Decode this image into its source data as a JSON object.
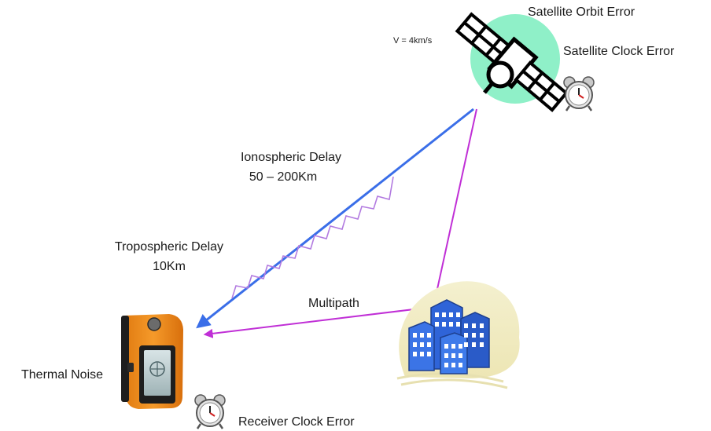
{
  "labels": {
    "satellite_orbit_error": "Satellite Orbit Error",
    "velocity": "V = 4km/s",
    "satellite_clock_error": "Satellite Clock Error",
    "ionospheric_delay": "Ionospheric Delay",
    "ionospheric_altitude": "50 – 200Km",
    "tropospheric_delay": "Tropospheric Delay",
    "tropospheric_altitude": "10Km",
    "multipath": "Multipath",
    "thermal_noise": "Thermal Noise",
    "receiver_clock_error": "Receiver Clock Error"
  },
  "colors": {
    "direct_signal": "#3a6ee8",
    "multipath_signal": "#c02fd6",
    "delay_wave": "#b27be0",
    "satellite_halo": "#8ff0c8",
    "receiver_body": "#f08a1c",
    "building_blue": "#2f64d8",
    "building_backdrop": "#f1edc6"
  },
  "icons": [
    "satellite-icon",
    "alarm-clock-icon",
    "gps-receiver-icon",
    "buildings-icon"
  ]
}
